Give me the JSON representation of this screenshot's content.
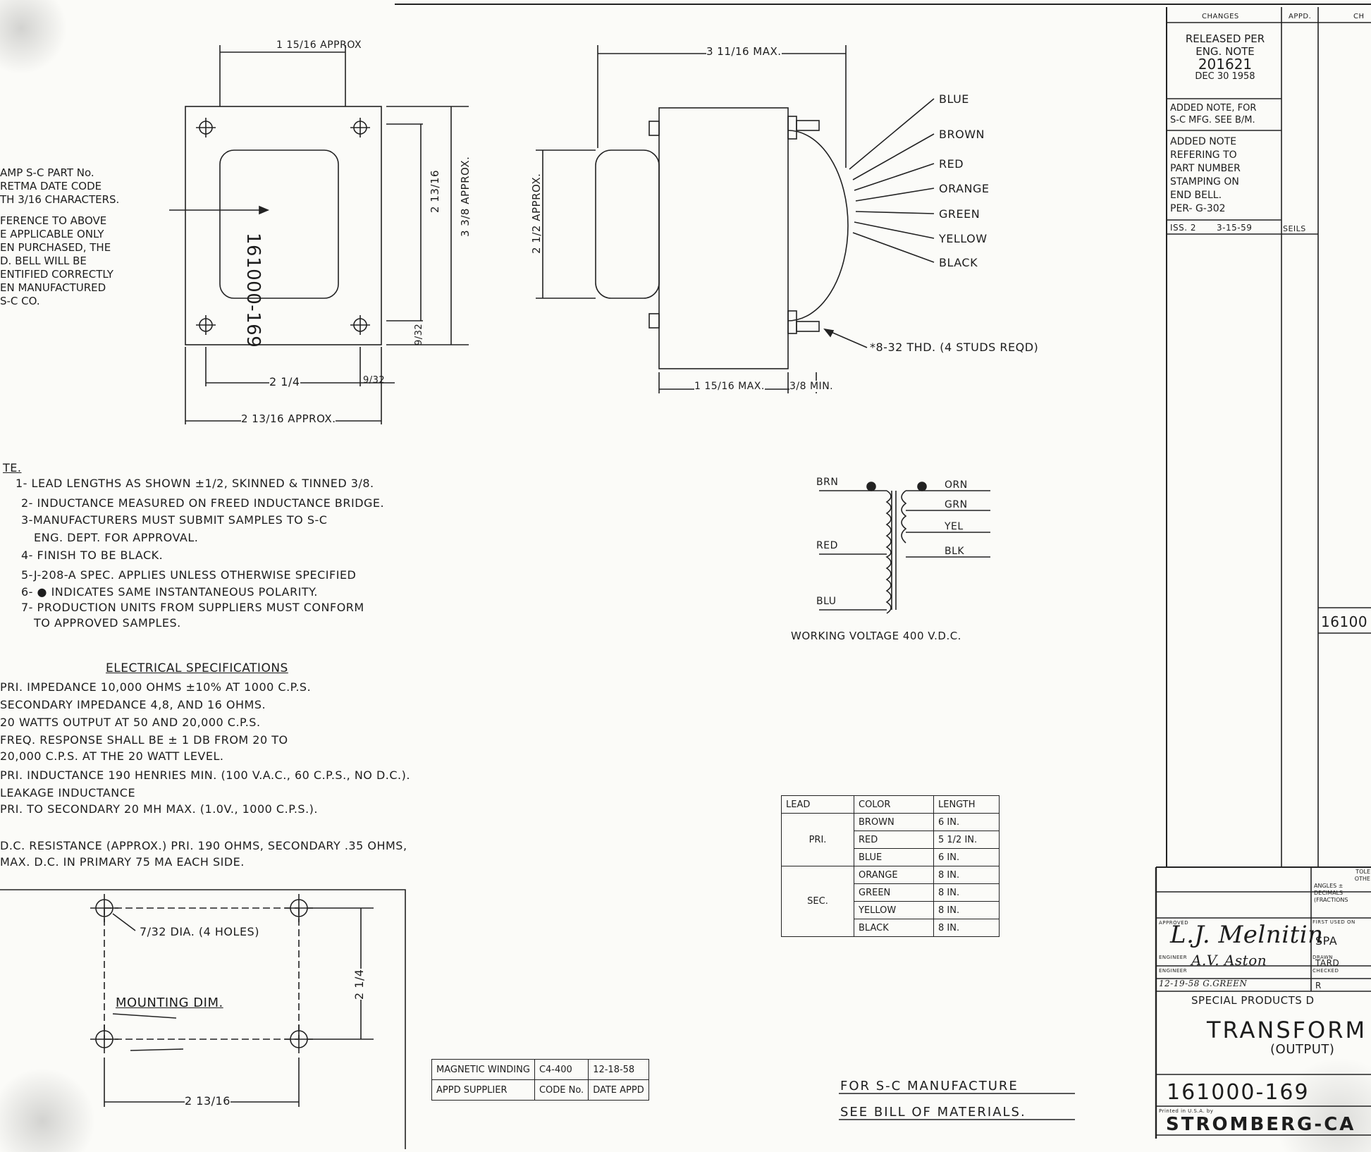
{
  "front_view": {
    "part_number": "161000-169",
    "dim_top": "1 15/16 APPROX",
    "dim_height": "2 13/16",
    "dim_height2": "3 3/8 APPROX.",
    "dim_bottom_small": "9/32",
    "dim_bottom_hole": "2 1/4",
    "dim_bottom_hole_small": "9/32",
    "dim_overall_width": "2 13/16 APPROX."
  },
  "side_view": {
    "dim_length": "3 11/16 MAX.",
    "dim_height": "2 1/2 APPROX.",
    "dim_base": "1 15/16 MAX.",
    "dim_min": "3/8 MIN.",
    "stud_note": "*8-32 THD. (4 STUDS REQD)"
  },
  "lead_colors": [
    "BLUE",
    "BROWN",
    "RED",
    "ORANGE",
    "GREEN",
    "YELLOW",
    "BLACK"
  ],
  "stamp_note": {
    "lines": [
      "AMP S-C PART No.",
      "RETMA DATE CODE",
      "TH 3/16 CHARACTERS.",
      "FERENCE TO ABOVE",
      "E APPLICABLE ONLY",
      "EN PURCHASED, THE",
      "D. BELL WILL BE",
      "ENTIFIED CORRECTLY",
      "EN MANUFACTURED",
      "S-C CO."
    ]
  },
  "notes": {
    "heading": "TE.",
    "items": [
      "1- LEAD LENGTHS AS SHOWN ±1/2, SKINNED & TINNED 3/8.",
      "2- INDUCTANCE MEASURED ON FREED INDUCTANCE BRIDGE.",
      "3-MANUFACTURERS MUST SUBMIT SAMPLES TO S-C",
      "ENG. DEPT. FOR APPROVAL.",
      "4- FINISH TO BE BLACK.",
      "5-J-208-A SPEC. APPLIES UNLESS OTHERWISE SPECIFIED",
      "6- ● INDICATES SAME INSTANTANEOUS POLARITY.",
      "7- PRODUCTION UNITS FROM SUPPLIERS MUST CONFORM",
      "TO APPROVED SAMPLES."
    ]
  },
  "electrical": {
    "heading": "ELECTRICAL SPECIFICATIONS",
    "lines": [
      "PRI. IMPEDANCE 10,000 OHMS ±10% AT 1000 C.P.S.",
      "SECONDARY IMPEDANCE 4,8, AND 16 OHMS.",
      "20 WATTS OUTPUT AT 50 AND 20,000 C.P.S.",
      "FREQ. RESPONSE SHALL BE ± 1 DB FROM 20 TO",
      "20,000 C.P.S. AT THE 20 WATT LEVEL.",
      "PRI. INDUCTANCE 190 HENRIES MIN. (100 V.A.C., 60 C.P.S., NO D.C.).",
      "LEAKAGE INDUCTANCE",
      "PRI. TO SECONDARY 20 MH MAX. (1.0V., 1000 C.P.S.).",
      "",
      "D.C. RESISTANCE (APPROX.) PRI. 190 OHMS, SECONDARY .35 OHMS,",
      "MAX. D.C. IN PRIMARY 75 MA EACH SIDE."
    ]
  },
  "schematic": {
    "pri_labels": [
      "BRN",
      "RED",
      "BLU"
    ],
    "sec_labels": [
      "ORN",
      "GRN",
      "YEL",
      "BLK"
    ],
    "working_voltage": "WORKING VOLTAGE 400 V.D.C."
  },
  "lead_table": {
    "headers": [
      "LEAD",
      "COLOR",
      "LENGTH"
    ],
    "groups": [
      {
        "name": "PRI.",
        "rows": [
          [
            "BROWN",
            "6 IN."
          ],
          [
            "RED",
            "5 1/2 IN."
          ],
          [
            "BLUE",
            "6 IN."
          ]
        ]
      },
      {
        "name": "SEC.",
        "rows": [
          [
            "ORANGE",
            "8 IN."
          ],
          [
            "GREEN",
            "8 IN."
          ],
          [
            "YELLOW",
            "8 IN."
          ],
          [
            "BLACK",
            "8 IN."
          ]
        ]
      }
    ]
  },
  "mounting": {
    "holes": "7/32 DIA. (4 HOLES)",
    "label": "MOUNTING DIM.",
    "dim_v": "2 1/4",
    "dim_h": "2 13/16"
  },
  "magnetic_table": {
    "row1": [
      "MAGNETIC WINDING",
      "C4-400",
      "12-18-58"
    ],
    "row2": [
      "APPD SUPPLIER",
      "CODE No.",
      "DATE APPD"
    ]
  },
  "sc_note": [
    "FOR S-C MANUFACTURE",
    "SEE BILL OF MATERIALS."
  ],
  "revision_block": {
    "header_changes": "CHANGES",
    "header_appd": "APPD.",
    "header_ch": "CH",
    "released": [
      "RELEASED PER",
      "ENG. NOTE",
      "201621",
      "DEC 30 1958"
    ],
    "note1": [
      "ADDED NOTE, FOR",
      "S-C MFG. SEE B/M."
    ],
    "note2": [
      "ADDED NOTE",
      "REFERING TO",
      "PART NUMBER",
      "STAMPING ON",
      "END BELL.",
      "PER- G-302"
    ],
    "issue": "ISS. 2",
    "issue_date": "3-15-59",
    "initials": "SEILS",
    "side_part": "16100"
  },
  "title_block": {
    "tolerance": [
      "TOLE",
      "OTHE",
      "ANGLES ±",
      "DECIMALS",
      "(FRACTIONS"
    ],
    "approved": "APPROVED",
    "engineer": "ENGINEER",
    "engineer2": "ENGINEER",
    "first_used": "FIRST USED ON",
    "drawn": "DRAWN",
    "checked": "CHECKED",
    "sig1": "L.J. Melnitin",
    "sig2": "A.V. Aston",
    "sig3": "12-19-58 G.GREEN",
    "first_used_val": "SPA",
    "drawn_val": "TARD",
    "checked_val": "R",
    "division": "SPECIAL PRODUCTS D",
    "title": "TRANSFORM",
    "subtitle": "(OUTPUT)",
    "dwg_no": "161000-169",
    "printed": "Printed in U.S.A. by",
    "company": "STROMBERG-CA"
  }
}
